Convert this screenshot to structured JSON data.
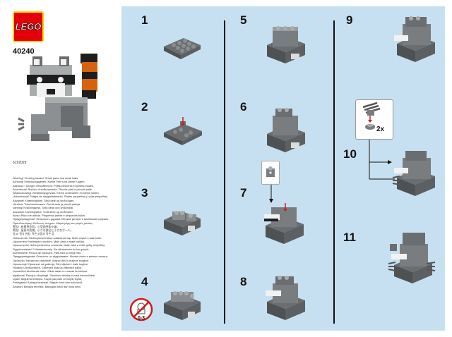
{
  "brand": {
    "logo_text": "LEGO"
  },
  "set": {
    "number": "40240",
    "item_code": "6192029"
  },
  "warning_lines": [
    "Warning! Choking hazard. Small parts and small balls.",
    "Achtung! Erstickungsgefahr. Kleine Teile und kleine Kugeln.",
    "Attention ! Danger d'étouffement. Petits éléments et petites boules.",
    "Avvertenza! Rischio di soffocamento. Piccole parti e piccole palle.",
    "Waarschuwing! Verstikkingsgevaar. Kleine onderdelen en kleine ballen.",
    "¡Advertencia! Peligro de atragantamiento. Partes pequeñas y bolas pequeñas.",
    "Advarsel! Kvælningsfare. Små dele og små kugler.",
    "Varoitus! Tukehtumisvaara. Pieniä osia ja pieniä palloja.",
    "Varning! Kvävningsrisk. Små delar och små bollar.",
    "Advarsel! Kvelningsfare. Små deler og små baller.",
    "Aviso! Risco de asfixia. Pequenas partes e pequenas bolas.",
    "Предупреждение! Опасность удушья. Мелкие детали и маленькие шарики.",
    "Προειδοποίηση! Κίνδυνος πνιγμού. Μικρά μέρη και μικρές μπάλες.",
    "警告！有窒息危险。小型部件和小球。",
    "警告！窒息の危険。小さな部品と小さなボール。",
    "경고! 질식 위험. 작은 부품과 작은 공.",
    "Ostrzeżenie! Niebezpieczeństwo udławienia się. Małe części i małe kulki.",
    "Upozornění! Nebezpečí udušení. Malé části a malé kuličky.",
    "Upozornenie! Nebezpečenstvo udusenia. Malé časti a malé guľky a loptičky.",
    "Figyelmeztetés! Fulladásveszély. Kis alkatrészek és kis golyók.",
    "Avertisment! Pericol de sufocare. Părți mici și mingi mici.",
    "Предупреждение! Опасност от задушаване. Малки части и малки топчета.",
    "Opozorilo! Nevarnost zadušitve. Majhni deli in majhne kroglice.",
    "Upozorenje! Opasnost od gušenja. Sitni dijelovi i male kuglice.",
    "Hoiatus! Lämbumisoht. Väikesed osad ja väikesed pallid.",
    "Uzmanību! Aizrīšanās risks. Sīkas daļas un mazas bumbiņas.",
    "Įspėjimas! Pavojus užspringti. Smulkios detalės ir maži kamuoliukai.",
    "Uyarı! Boğulma tehlikesi. Küçük parçalar ve küçük toplar.",
    "Peringatan! Bahaya tersedak. Bagian kecil dan bola kecil.",
    "Amaran! Bahaya tercekik. Bahagian kecil dan bola kecil."
  ],
  "age": {
    "label": "0-3"
  },
  "steps": [
    {
      "num": "1"
    },
    {
      "num": "2"
    },
    {
      "num": "3"
    },
    {
      "num": "4"
    },
    {
      "num": "5"
    },
    {
      "num": "6"
    },
    {
      "num": "7"
    },
    {
      "num": "8"
    },
    {
      "num": "9"
    },
    {
      "num": "10"
    },
    {
      "num": "11"
    }
  ],
  "callout": {
    "quantity": "2x"
  },
  "colors": {
    "background": "#c7e0f1",
    "brick_dark": "#6b6e70",
    "brick_light": "#a9acad",
    "brick_white": "#f2f2f2",
    "brick_black": "#1e1e1e",
    "brick_orange": "#d5620f",
    "lego_red": "#e3000b",
    "lego_yellow": "#ffd500",
    "arrow_red": "#d11a1a"
  }
}
